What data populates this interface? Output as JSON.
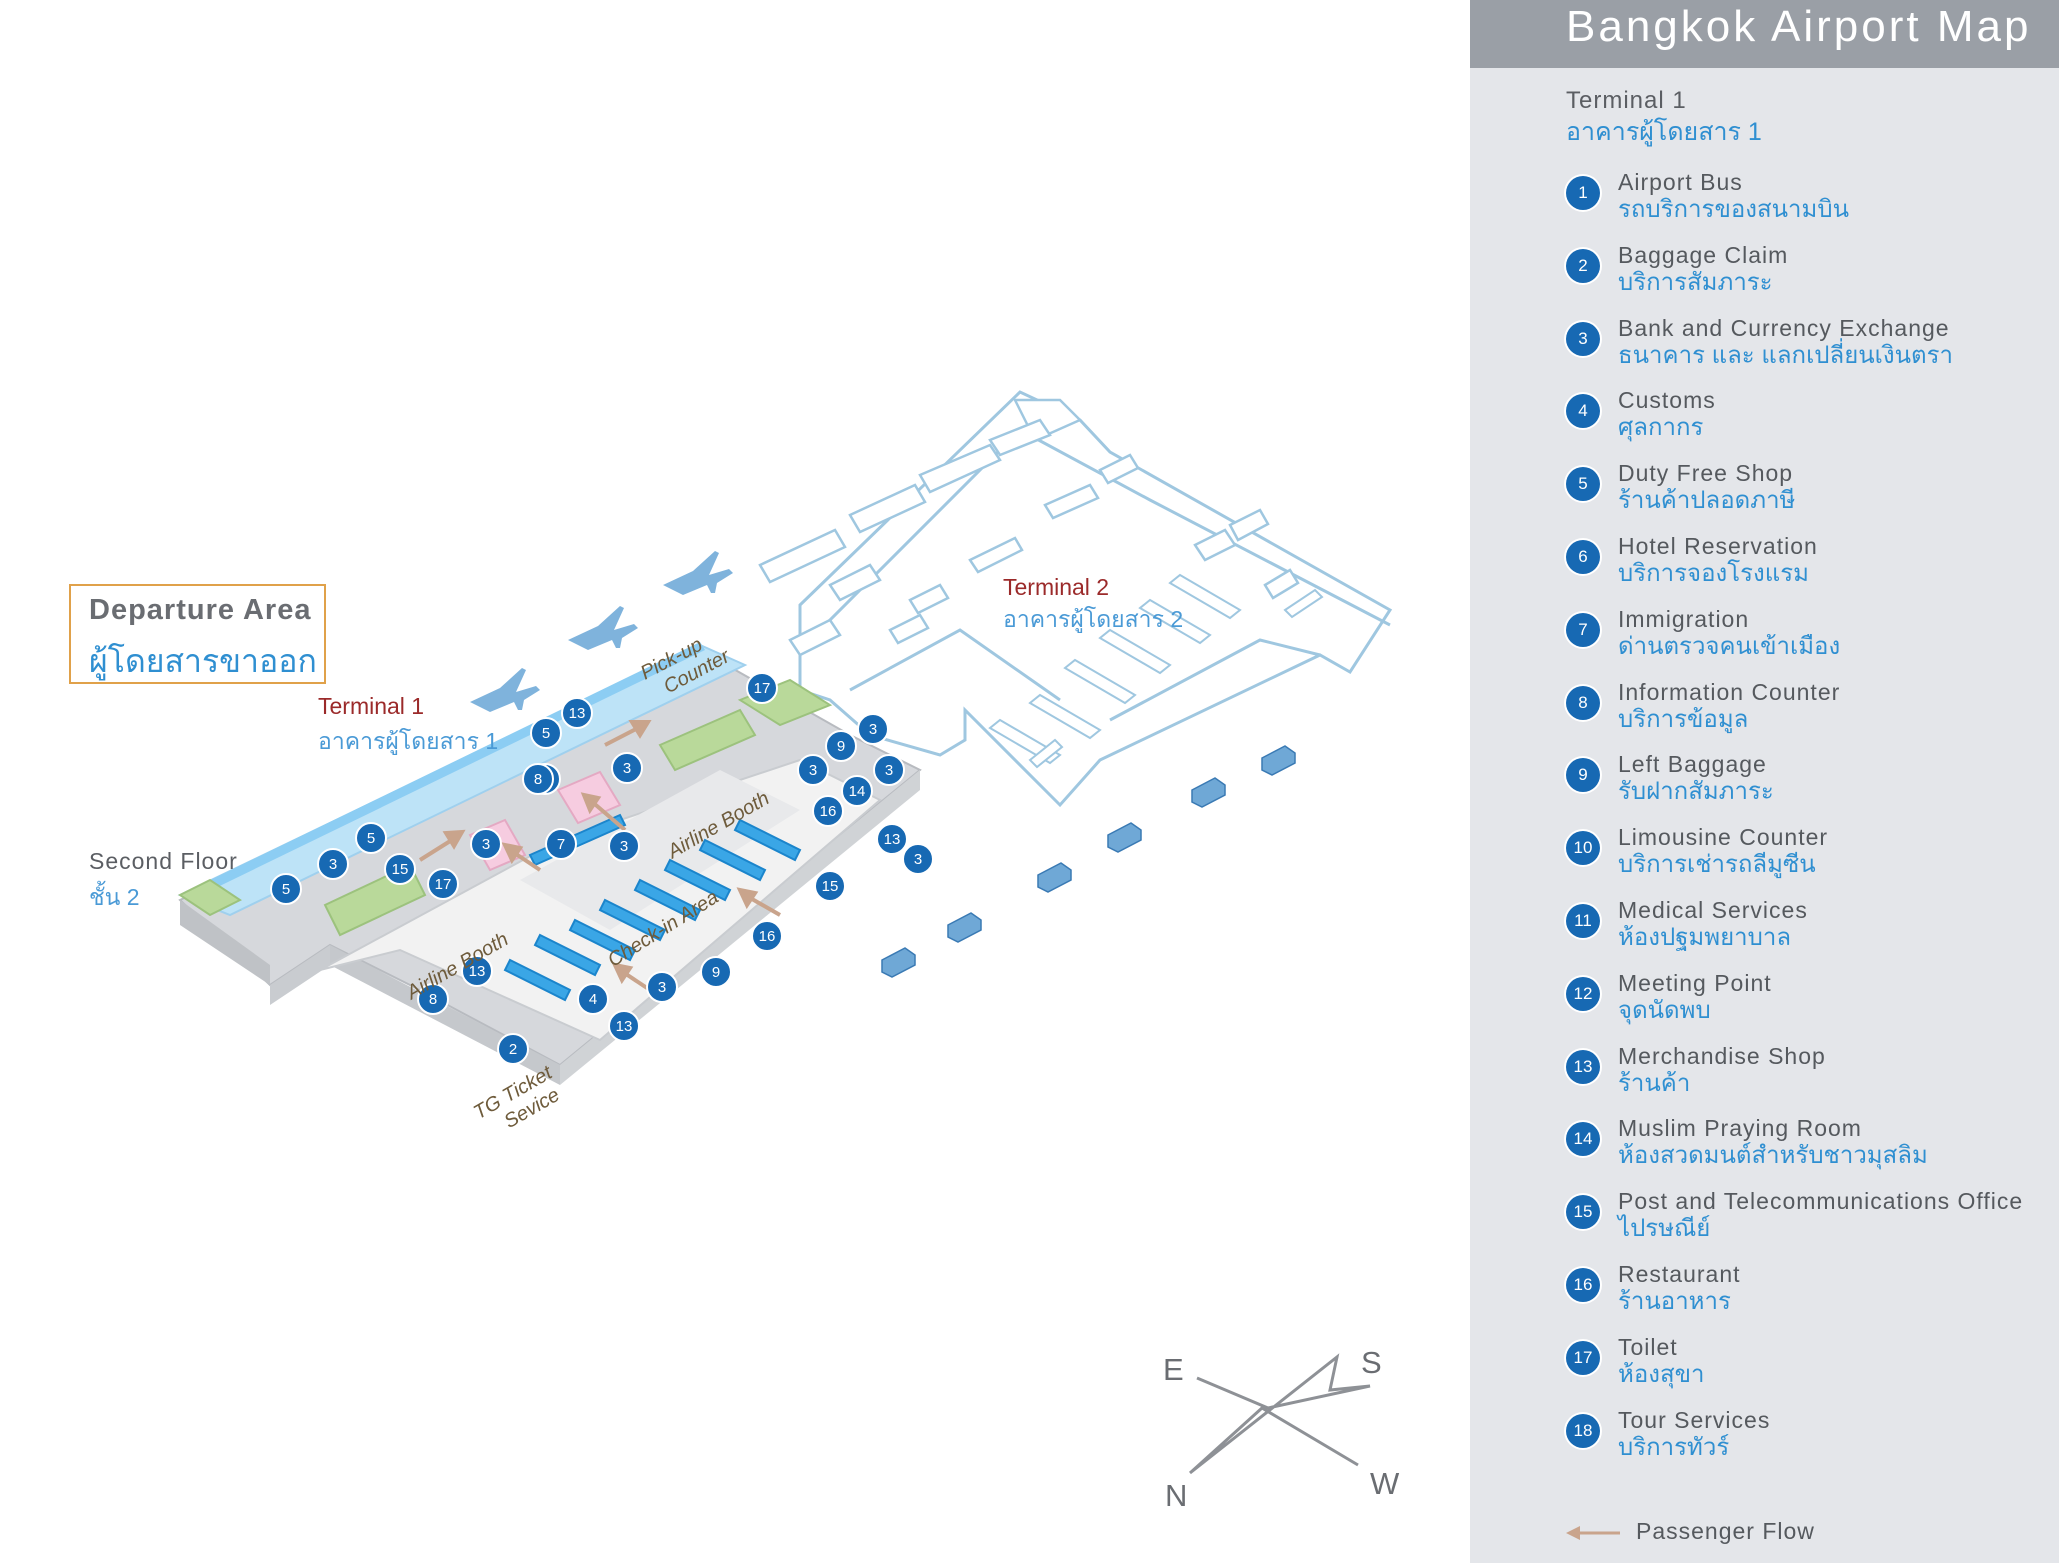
{
  "legend": {
    "title": "Bangkok Airport Map",
    "terminal_en": "Terminal 1",
    "terminal_th": "อาคารผู้โดยสาร 1",
    "items": [
      {
        "num": "1",
        "en": "Airport Bus",
        "th": "รถบริการของสนามบิน"
      },
      {
        "num": "2",
        "en": "Baggage Claim",
        "th": "บริการสัมภาระ"
      },
      {
        "num": "3",
        "en": "Bank and Currency Exchange",
        "th": "ธนาคาร และ แลกเปลี่ยนเงินตรา"
      },
      {
        "num": "4",
        "en": "Customs",
        "th": "ศุลกากร"
      },
      {
        "num": "5",
        "en": "Duty Free Shop",
        "th": "ร้านค้าปลอดภาษี"
      },
      {
        "num": "6",
        "en": "Hotel Reservation",
        "th": "บริการจองโรงแรม"
      },
      {
        "num": "7",
        "en": "Immigration",
        "th": "ด่านตรวจคนเข้าเมือง"
      },
      {
        "num": "8",
        "en": "Information Counter",
        "th": "บริการข้อมูล"
      },
      {
        "num": "9",
        "en": "Left Baggage",
        "th": "รับฝากสัมภาระ"
      },
      {
        "num": "10",
        "en": "Limousine Counter",
        "th": "บริการเช่ารถลีมูซีน"
      },
      {
        "num": "11",
        "en": "Medical Services",
        "th": "ห้องปฐมพยาบาล"
      },
      {
        "num": "12",
        "en": "Meeting Point",
        "th": "จุดนัดพบ"
      },
      {
        "num": "13",
        "en": "Merchandise Shop",
        "th": "ร้านค้า"
      },
      {
        "num": "14",
        "en": "Muslim Praying Room",
        "th": "ห้องสวดมนต์สำหรับชาวมุสลิม"
      },
      {
        "num": "15",
        "en": "Post and Telecommunications Office",
        "th": "ไปรษณีย์"
      },
      {
        "num": "16",
        "en": "Restaurant",
        "th": "ร้านอาหาร"
      },
      {
        "num": "17",
        "en": "Toilet",
        "th": "ห้องสุขา"
      },
      {
        "num": "18",
        "en": "Tour Services",
        "th": "บริการทัวร์"
      }
    ],
    "passenger_flow": "Passenger Flow"
  },
  "map": {
    "departure_area_en": "Departure Area",
    "departure_area_th": "ผู้โดยสารขาออก",
    "terminal1_en": "Terminal 1",
    "terminal1_th": "อาคารผู้โดยสาร 1",
    "terminal2_en": "Terminal 2",
    "terminal2_th": "อาคารผู้โดยสาร 2",
    "floor_en": "Second  Floor",
    "floor_th": "ชั้น 2",
    "pickup_counter": "Pick-up Counter",
    "pickup_line1": "Pick-up",
    "pickup_line2": "Counter",
    "airline_booth_upper": "Airline Booth",
    "airline_booth_lower": "Airline Booth",
    "check_in_area": "Check-in Area",
    "tg_ticket_line1": "TG Ticket",
    "tg_ticket_line2": "Sevice",
    "markers": [
      "5",
      "13",
      "5",
      "8",
      "3",
      "3",
      "5",
      "3",
      "15",
      "17",
      "5",
      "7",
      "3",
      "17",
      "9",
      "3",
      "3",
      "14",
      "3",
      "16",
      "13",
      "3",
      "15",
      "16",
      "13",
      "8",
      "9",
      "3",
      "4",
      "13",
      "2"
    ],
    "compass": {
      "n": "N",
      "s": "S",
      "e": "E",
      "w": "W"
    },
    "colors": {
      "marker": "#1769b3",
      "flow": "#c9a48c",
      "terminal_red": "#9b2a2a",
      "thai_blue": "#2f8fd1",
      "shop_green": "#b9d99a",
      "counter_blue": "#3aa6e6"
    }
  }
}
